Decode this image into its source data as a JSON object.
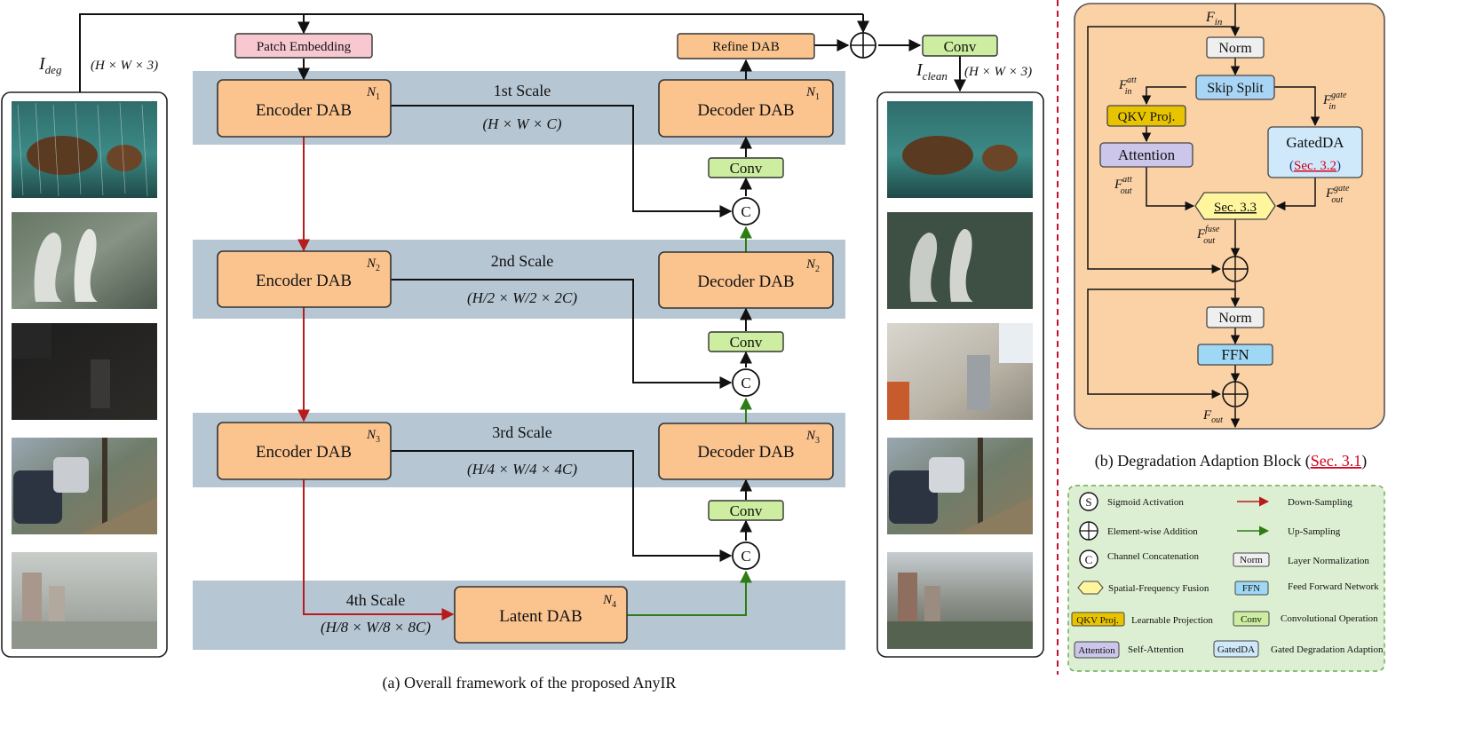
{
  "caption_a": "(a)  Overall framework of the proposed AnyIR",
  "caption_b_prefix": "(b) Degradation Adaption Block (",
  "caption_b_ref": "Sec. 3.1",
  "caption_b_suffix": ")",
  "labels": {
    "ideg_main": "I",
    "ideg_sub": "deg",
    "ideg_dims": "(H × W × 3)",
    "iclean_main": "I",
    "iclean_sub": "clean",
    "iclean_dims": "(H × W × 3)",
    "patch_embedding": "Patch Embedding",
    "refine_dab": "Refine DAB",
    "conv": "Conv",
    "plus": "⊕",
    "concat": "C"
  },
  "scales": [
    {
      "name": "1st Scale",
      "dims": "(H × W × C)",
      "encoder": "Encoder DAB",
      "decoder": "Decoder DAB",
      "n": "N",
      "n_sub": "1"
    },
    {
      "name": "2nd Scale",
      "dims": "(H/2 × W/2 × 2C)",
      "encoder": "Encoder DAB",
      "decoder": "Decoder DAB",
      "n": "N",
      "n_sub": "2"
    },
    {
      "name": "3rd Scale",
      "dims": "(H/4 × W/4 × 4C)",
      "encoder": "Encoder DAB",
      "decoder": "Decoder DAB",
      "n": "N",
      "n_sub": "3"
    },
    {
      "name": "4th Scale",
      "dims": "(H/8 × W/8 × 8C)",
      "latent": "Latent DAB",
      "n": "N",
      "n_sub": "4"
    }
  ],
  "images_left": [
    "rainy bear",
    "noisy birds",
    "low-light kitchen",
    "blurry street",
    "hazy city"
  ],
  "images_right": [
    "clean bear",
    "clean birds",
    "bright kitchen",
    "sharp street",
    "clear city"
  ],
  "dab": {
    "f_in": "F",
    "f_in_sub": "in",
    "norm": "Norm",
    "skip_split": "Skip Split",
    "f_in_att_sup": "att",
    "f_in_att_sub": "in",
    "f_in_gate_sup": "gate",
    "f_in_gate_sub": "in",
    "qkv": "QKV Proj.",
    "attention": "Attention",
    "gated_da": "GatedDA",
    "gated_ref": "Sec. 3.2",
    "f_out_att_sup": "att",
    "f_out_att_sub": "out",
    "f_out_gate_sup": "gate",
    "f_out_gate_sub": "out",
    "fusion_ref": "Sec. 3.3",
    "f_out_fuse_sup": "fuse",
    "f_out_fuse_sub": "out",
    "norm2": "Norm",
    "ffn": "FFN",
    "f_out": "F",
    "f_out_sub": "out"
  },
  "legend": [
    {
      "symbol": "S",
      "text": "Sigmoid Activation"
    },
    {
      "symbol": "⊕",
      "text": "Element-wise Addition"
    },
    {
      "symbol": "C",
      "text": "Channel  Concatenation"
    },
    {
      "symbol": "hex",
      "text": "Spatial-Frequency Fusion"
    },
    {
      "symbol": "QKV Proj.",
      "text": "Learnable Projection"
    },
    {
      "symbol": "Attention",
      "text": "Self-Attention"
    },
    {
      "symbol": "red-arrow",
      "text": "Down-Sampling"
    },
    {
      "symbol": "green-arrow",
      "text": "Up-Sampling"
    },
    {
      "symbol": "Norm",
      "text": "Layer Normalization"
    },
    {
      "symbol": "FFN",
      "text": "Feed Forward Network"
    },
    {
      "symbol": "Conv",
      "text": "Convolutional Operation"
    },
    {
      "symbol": "GatedDA",
      "text": "Gated Degradation Adaption"
    }
  ],
  "colors": {
    "dab_box": "#fbc48f",
    "scale_band": "#b6c6d3",
    "patch_embed": "#f8c8d0",
    "conv": "#cdeea0",
    "down_arrow": "#b81b1b",
    "up_arrow": "#2e7d14",
    "dab_panel": "#fbd2a6",
    "norm": "#efefef",
    "skip_split": "#a9d5f5",
    "qkv": "#e8c400",
    "attention": "#cbc6ea",
    "gated": "#cfe9fb",
    "fusion": "#fff59d",
    "ffn": "#9fd8f5",
    "legend_bg": "#dcefd2",
    "divider": "#c8102e",
    "ref_link": "#d0021b"
  }
}
